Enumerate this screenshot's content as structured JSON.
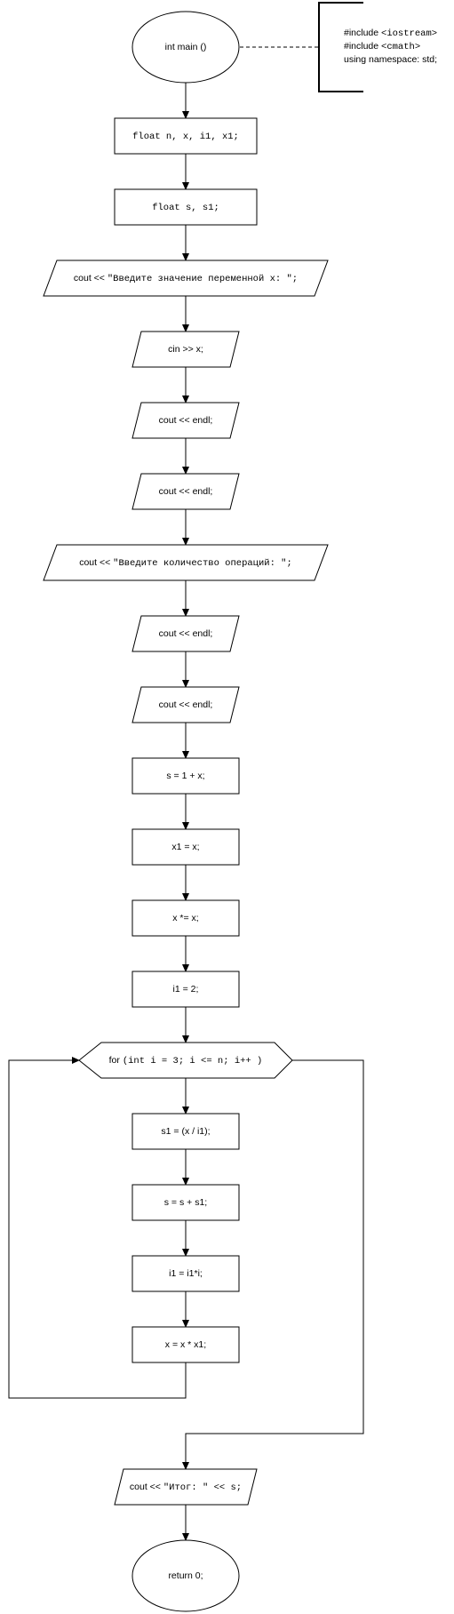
{
  "diagram": {
    "start": {
      "label": "int main ()"
    },
    "include_note": {
      "line1": "#include  <iostream>",
      "line2": "#include  <cmath>",
      "line3": "using namespace: std;"
    },
    "decl1": {
      "label": "float n, x, i1, x1;"
    },
    "decl2": {
      "label": "float s, s1;"
    },
    "out_prompt_x": {
      "prefix": "cout << ",
      "text": "\"Введите значение переменной x: \";"
    },
    "in_x": {
      "label": "cin >> x;"
    },
    "endl1": {
      "label": "cout << endl;"
    },
    "endl2": {
      "label": "cout << endl;"
    },
    "out_prompt_n": {
      "prefix": "cout << ",
      "text": "\"Введите количество операций: \";"
    },
    "endl3": {
      "label": "cout << endl;"
    },
    "endl4": {
      "label": "cout << endl;"
    },
    "s_init": {
      "label": "s = 1 + x;"
    },
    "x1_assign": {
      "label": "x1 = x;"
    },
    "x_square": {
      "label": "x *= x;"
    },
    "i1_init": {
      "label": "i1 = 2;"
    },
    "loop": {
      "prefix": "for ",
      "text": "(int i = 3; i <= n; i++ )"
    },
    "s1_assign": {
      "label": "s1 = (x / i1);"
    },
    "s_accum": {
      "label": "s = s + s1;"
    },
    "i1_update": {
      "label": "i1 = i1*i;"
    },
    "x_update": {
      "label": "x = x * x1;"
    },
    "out_result": {
      "prefix": "cout << ",
      "text": "\"Итог: \" << s;"
    },
    "end": {
      "label": "return 0;"
    }
  },
  "colors": {
    "stroke": "#000000",
    "fill": "#ffffff",
    "text": "#000000"
  }
}
